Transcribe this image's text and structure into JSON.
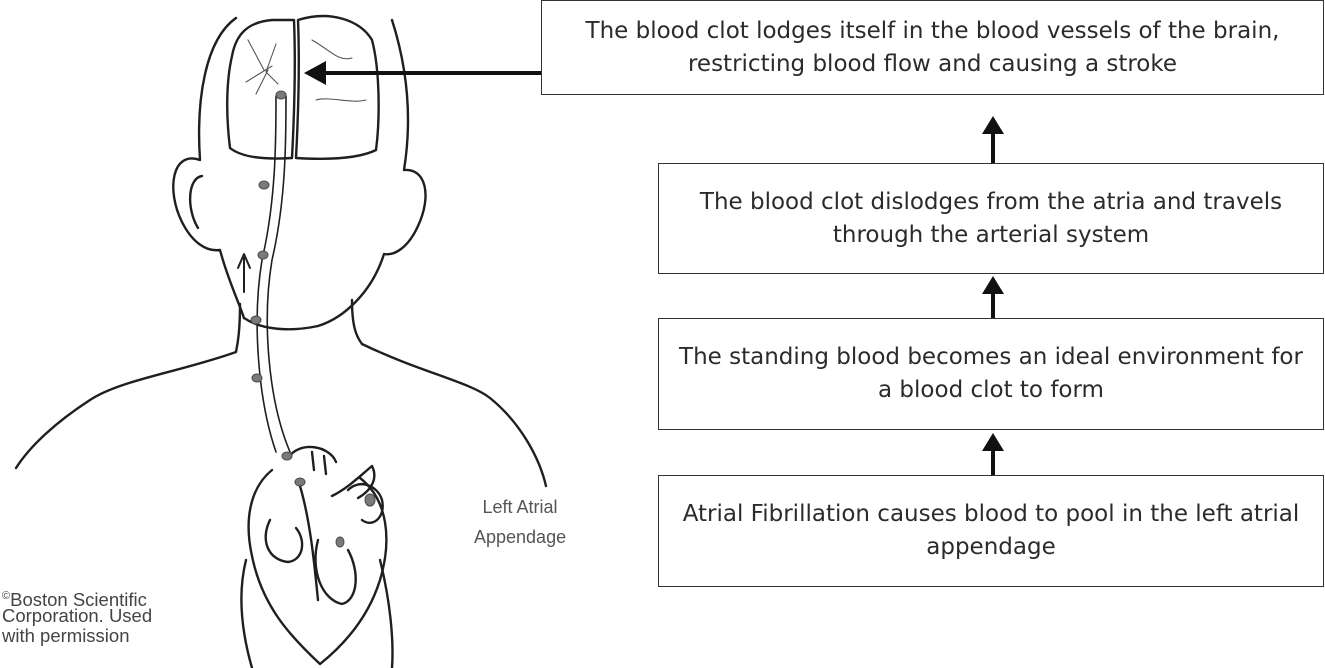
{
  "flow_steps": {
    "stroke": "The blood clot lodges itself in the blood vessels of the brain, restricting blood flow and causing a stroke",
    "travel": "The blood clot dislodges from the atria and travels through the arterial system",
    "form": "The standing blood becomes an ideal environment for a blood clot to form",
    "pool": "Atrial Fibrillation causes blood to pool in the left atrial appendage"
  },
  "illustration": {
    "label_line1": "Left Atrial",
    "label_line2": "Appendage"
  },
  "credit": {
    "copyright_symbol": "©",
    "line1": "Boston Scientific",
    "line2": "Corporation. Used",
    "line3": "with permission"
  },
  "colors": {
    "line": "#1a1a1a",
    "clot": "#7a7a7a",
    "text": "#2b2b2b"
  }
}
